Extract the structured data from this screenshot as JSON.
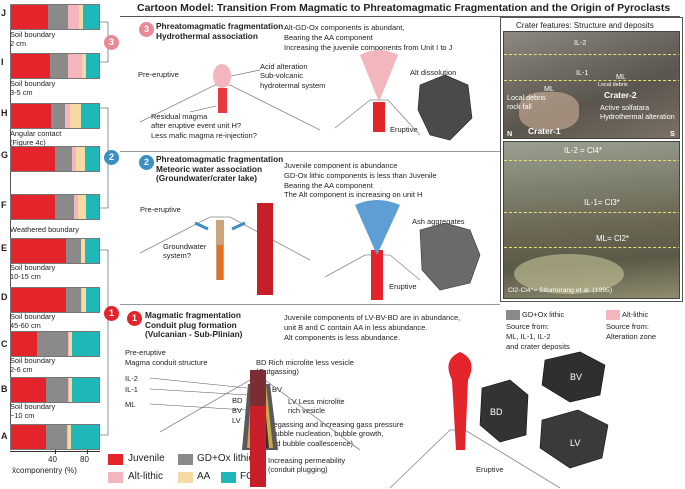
{
  "title": "Cartoon Model: Transition From Magmatic to Phreatomagmatic Fragmentation and the Origin of Pyroclasts",
  "colors": {
    "juvenile": "#e3242b",
    "gd_ox_lithic": "#8a8a8a",
    "alt_lithic": "#f2b6bc",
    "aa": "#f7d9a3",
    "fc": "#1fb7b7",
    "badge1": "#e3242b",
    "badge2": "#3b8fc4",
    "badge3": "#e88a96"
  },
  "column": {
    "xlabel": "x̄componentry (%)",
    "ticks": [
      "40",
      "80"
    ],
    "units": [
      {
        "label": "J",
        "fractions": [
          0.42,
          0.23,
          0.12,
          0.05,
          0.18
        ]
      },
      {
        "label": "I",
        "fractions": [
          0.44,
          0.21,
          0.16,
          0.04,
          0.15
        ]
      },
      {
        "label": "H",
        "fractions": [
          0.45,
          0.16,
          0.06,
          0.13,
          0.2
        ]
      },
      {
        "label": "G",
        "fractions": [
          0.5,
          0.19,
          0.05,
          0.1,
          0.16
        ]
      },
      {
        "label": "F",
        "fractions": [
          0.5,
          0.22,
          0.04,
          0.09,
          0.15
        ]
      },
      {
        "label": "E",
        "fractions": [
          0.63,
          0.16,
          0.01,
          0.04,
          0.16
        ]
      },
      {
        "label": "D",
        "fractions": [
          0.62,
          0.18,
          0.01,
          0.04,
          0.15
        ]
      },
      {
        "label": "C",
        "fractions": [
          0.3,
          0.35,
          0.01,
          0.03,
          0.31
        ]
      },
      {
        "label": "B",
        "fractions": [
          0.4,
          0.25,
          0.01,
          0.03,
          0.31
        ]
      },
      {
        "label": "A",
        "fractions": [
          0.4,
          0.24,
          0.01,
          0.03,
          0.32
        ]
      }
    ],
    "boundaries": {
      "ji": [
        "Soil boundary",
        "2 cm"
      ],
      "ih": [
        "Soil boundary",
        "3-5 cm"
      ],
      "hg": [
        "Angular contact",
        "(Figure 4c)"
      ],
      "fe": "Weathered boundary",
      "ed": [
        "Soil boundary",
        "10-15 cm"
      ],
      "dc": [
        "Soil boundary",
        "45-60 cm"
      ],
      "cb": [
        "Soil boundary",
        "2-6 cm"
      ],
      "ba": [
        "Soil boundary",
        "~10 cm"
      ]
    }
  },
  "legend": {
    "juvenile": "Juvenile",
    "gd_ox_lithic": "GD+Ox lithic",
    "alt_lithic": "Alt-lithic",
    "aa": "AA",
    "fc": "FC"
  },
  "panel3": {
    "badge": "3",
    "title_l1": "Phreatomagmatic fragmentation",
    "title_l2": "Hydrothermal association",
    "desc": [
      "Alt-GD-Ox components is abundant,",
      "Bearing the AA component",
      "Increasing the juvenile components from Unit I to J"
    ],
    "pre_eruptive": "Pre-eruptive",
    "acid": [
      "Acid alteration",
      "Sub-volcanic",
      "hydrotermal system"
    ],
    "residual": [
      "Residual magma",
      "after eruptive event unit H?",
      "Less mafic magma re-injection?"
    ],
    "alt_dissolution": "Alt dissolution",
    "eruptive": "Eruptive"
  },
  "panel2": {
    "badge": "2",
    "title_l1": "Phreatomagmatic fragmentation",
    "title_l2": "Meteoric water association",
    "title_l3": "(Groundwater/crater lake)",
    "desc": [
      "Juvenile component is abundance",
      "GD-Ox lithic components is less than Juvenile",
      "Bearing the AA component",
      "The Alt component is increasing on unit H"
    ],
    "pre_eruptive": "Pre-eruptive",
    "groundwater": [
      "Groundwater",
      "system?"
    ],
    "ash": "Ash aggregates",
    "eruptive": "Eruptive"
  },
  "panel1": {
    "badge": "1",
    "title_l1": "Magmatic fragmentation",
    "title_l2": "Conduit plug formation",
    "title_l3": "(Vulcanian - Sub-Plinian)",
    "desc": [
      "Juvenile components of LV-BV-BD are in abundance,",
      "unit B and C contain AA in less abundance.",
      "Alt components is less abundance."
    ],
    "pre_eruptive": "Pre-eruptive",
    "structure": "Magma conduit structure",
    "layers": [
      "IL-2",
      "IL-1",
      "ML"
    ],
    "vesic": [
      "BD",
      "BV",
      "LV"
    ],
    "bd_note": [
      "BD Rich microlite less vesicle",
      "(Outgassing)"
    ],
    "bv_label": "BV",
    "lv_note": [
      "LV  Less microlite",
      "rich vesicle"
    ],
    "degas": [
      "Degassing and increasing gass pressure",
      "(Bubble nucleation, bubble growth,",
      "and bubble coallescence)"
    ],
    "perm": [
      "Increasing permeability",
      "(conduit plugging)"
    ],
    "eruptive": "Eruptive",
    "clasts": [
      "BD",
      "BV",
      "LV"
    ]
  },
  "crater": {
    "title": "Crater features: Structure and deposits",
    "top_labels": {
      "il2": "IL-2",
      "il1": "IL-1",
      "ml_left": "ML",
      "ml_right": "ML",
      "debris_left": [
        "Local debris",
        "rock fall"
      ],
      "debris_mid": "Local debris",
      "crater2": "Crater-2",
      "solfatara": [
        "Active solfatara",
        "Hydrothermal alteration"
      ],
      "crater1": "Crater-1",
      "n": "N",
      "s": "S"
    },
    "bottom_labels": {
      "il2": "IL-2 = Cl4*",
      "il1": "IL-1= Cl3*",
      "ml": "ML= Cl2*",
      "cite": "Cl2-Cl4*= Situmorang et al. (1995)"
    },
    "legend": {
      "gd_label": "GD+Ox lithic",
      "gd_source": [
        "Source from:",
        "ML, IL-1, IL-2",
        "and crater deposits"
      ],
      "alt_label": "Alt-lithic",
      "alt_source": [
        "Source from:",
        "Alteration zone"
      ]
    }
  }
}
